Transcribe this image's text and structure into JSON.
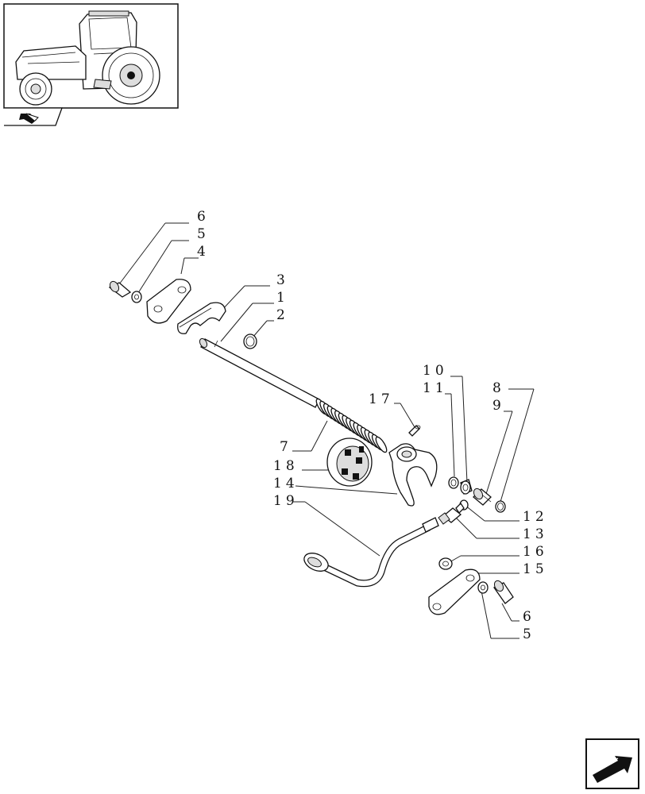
{
  "diagram": {
    "callouts": [
      {
        "key": "c6a",
        "text": "6"
      },
      {
        "key": "c5a",
        "text": "5"
      },
      {
        "key": "c4",
        "text": "4"
      },
      {
        "key": "c3",
        "text": "3"
      },
      {
        "key": "c1",
        "text": "1"
      },
      {
        "key": "c2",
        "text": "2"
      },
      {
        "key": "c10",
        "text": "10"
      },
      {
        "key": "c11",
        "text": "11"
      },
      {
        "key": "c8",
        "text": "8"
      },
      {
        "key": "c9",
        "text": "9"
      },
      {
        "key": "c17",
        "text": "17"
      },
      {
        "key": "c7",
        "text": "7"
      },
      {
        "key": "c18",
        "text": "18"
      },
      {
        "key": "c14",
        "text": "14"
      },
      {
        "key": "c19",
        "text": "19"
      },
      {
        "key": "c12",
        "text": "12"
      },
      {
        "key": "c13",
        "text": "13"
      },
      {
        "key": "c16",
        "text": "16"
      },
      {
        "key": "c15",
        "text": "15"
      },
      {
        "key": "c6b",
        "text": "6"
      },
      {
        "key": "c5b",
        "text": "5"
      }
    ]
  },
  "icons": {
    "thumbnail": "tractor-thumbnail-icon",
    "section": "section-symbol-icon",
    "next": "next-page-arrow-icon"
  }
}
